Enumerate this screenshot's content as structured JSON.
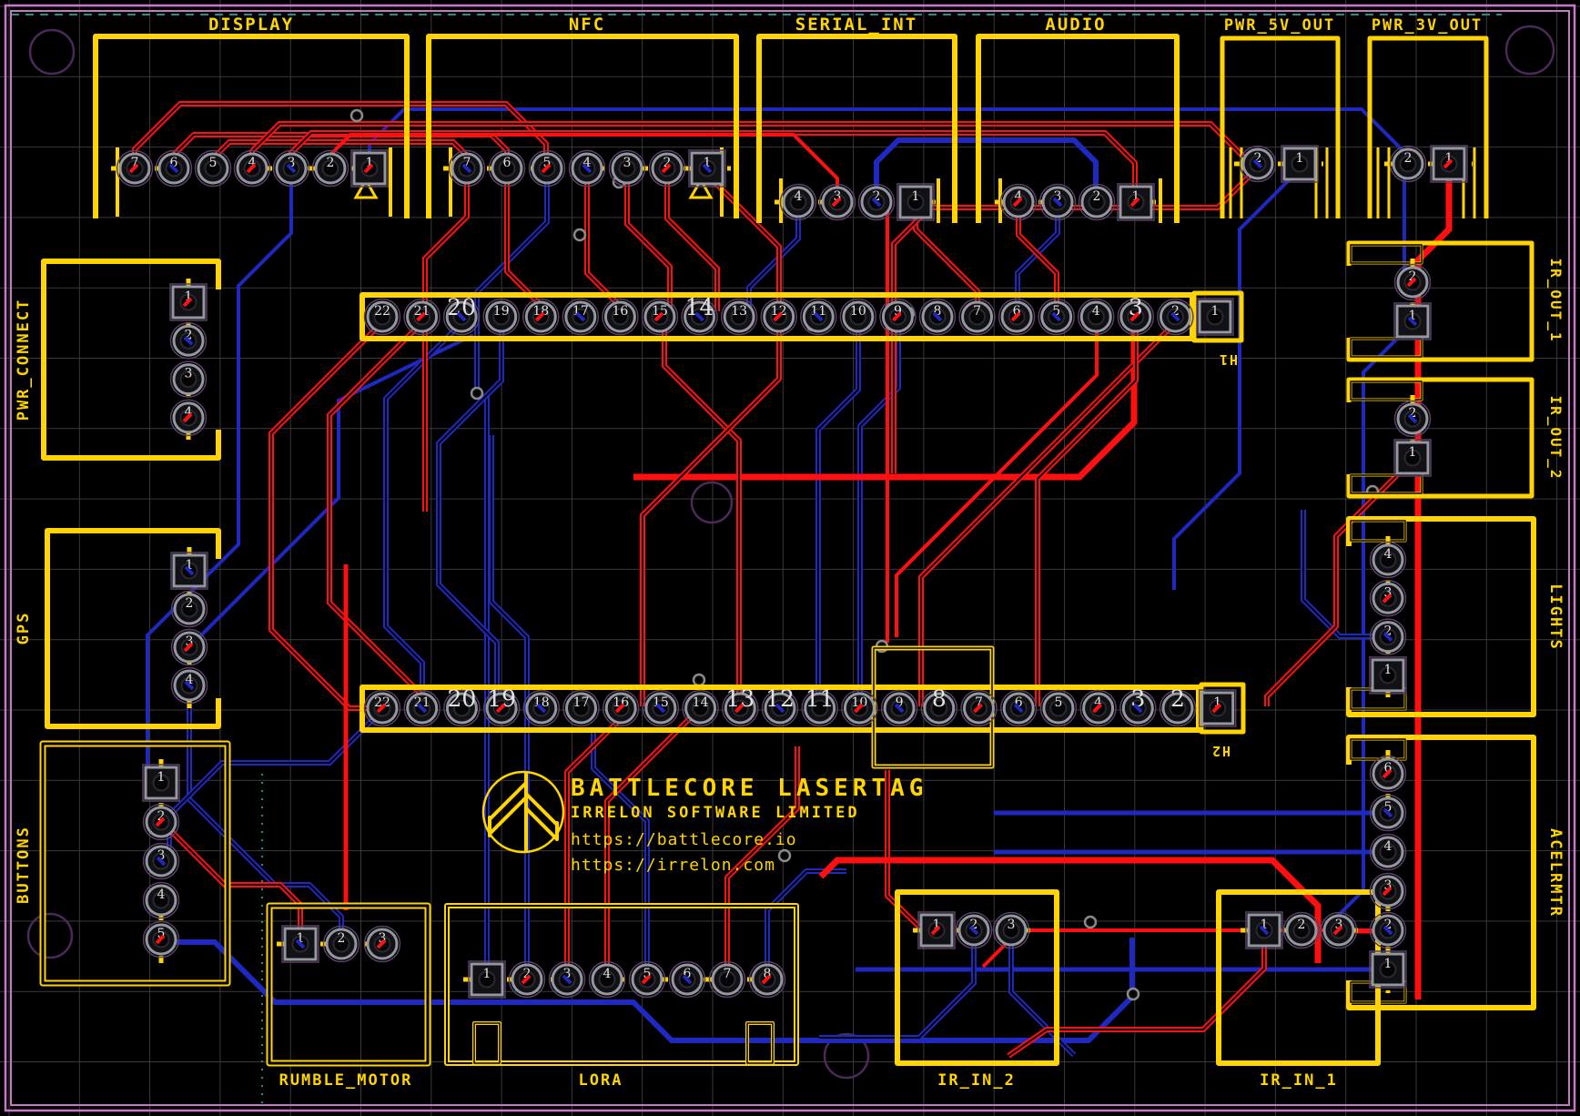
{
  "view": "pcb-layout",
  "title_block": {
    "title": "BATTLECORE LASERTAG",
    "company": "IRRELON SOFTWARE LIMITED",
    "url_battlecore": "https://battlecore.io",
    "url_irrelon": "https://irrelon.com"
  },
  "colors": {
    "background": "#000000",
    "silkscreen": "#ffd400",
    "copper_front": "#ff1010",
    "copper_back": "#1f28bf",
    "board_edge": "#c678c6",
    "grid": "#3a3a3a",
    "aux_guide": "#2e8b8b",
    "pad_ring": "#93989e",
    "pad_number": "#e2e2e2"
  },
  "connectors": {
    "display": {
      "label": "DISPLAY",
      "pins": [
        "7",
        "6",
        "5",
        "4",
        "3",
        "2",
        "1"
      ]
    },
    "nfc": {
      "label": "NFC",
      "pins": [
        "7",
        "6",
        "5",
        "4",
        "3",
        "2",
        "1"
      ]
    },
    "serial_int": {
      "label": "SERIAL_INT",
      "pins": [
        "4",
        "3",
        "2",
        "1"
      ]
    },
    "audio": {
      "label": "AUDIO",
      "pins": [
        "4",
        "3",
        "2",
        "1"
      ]
    },
    "pwr_5v_out": {
      "label": "PWR_5V_OUT",
      "pins": [
        "2",
        "1"
      ]
    },
    "pwr_3v_out": {
      "label": "PWR_3V_OUT",
      "pins": [
        "2",
        "1"
      ]
    },
    "pwr_connect": {
      "label": "PWR_CONNECT",
      "pins": [
        "1",
        "2",
        "3",
        "4"
      ]
    },
    "gps": {
      "label": "GPS",
      "pins": [
        "1",
        "2",
        "3",
        "4"
      ]
    },
    "buttons": {
      "label": "BUTTONS",
      "pins": [
        "1",
        "2",
        "3",
        "4",
        "5"
      ]
    },
    "ir_out_1": {
      "label": "IR_OUT_1",
      "pins": [
        "2",
        "1"
      ]
    },
    "ir_out_2": {
      "label": "IR_OUT_2",
      "pins": [
        "2",
        "1"
      ]
    },
    "lights": {
      "label": "LIGHTS",
      "pins": [
        "4",
        "3",
        "2",
        "1"
      ]
    },
    "acelrmtr": {
      "label": "ACELRMTR",
      "pins": [
        "6",
        "5",
        "4",
        "3",
        "2",
        "1"
      ]
    },
    "rumble_motor": {
      "label": "RUMBLE_MOTOR",
      "pins": [
        "1",
        "2",
        "3"
      ]
    },
    "lora": {
      "label": "LORA",
      "pins": [
        "1",
        "2",
        "3",
        "4",
        "5",
        "6",
        "7",
        "8"
      ]
    },
    "ir_in_2": {
      "label": "IR_IN_2",
      "pins": [
        "1",
        "2",
        "3"
      ]
    },
    "ir_in_1": {
      "label": "IR_IN_1",
      "pins": [
        "1",
        "2",
        "3"
      ]
    },
    "h1": {
      "label": "H1",
      "pins": [
        "22",
        "21",
        "20",
        "19",
        "18",
        "17",
        "16",
        "15",
        "14",
        "13",
        "12",
        "11",
        "10",
        "9",
        "8",
        "7",
        "6",
        "5",
        "4",
        "3",
        "2",
        "1"
      ],
      "big_pins": [
        "20",
        "14",
        "3"
      ]
    },
    "h2": {
      "label": "H2",
      "pins": [
        "22",
        "21",
        "20",
        "19",
        "18",
        "17",
        "16",
        "15",
        "14",
        "13",
        "12",
        "11",
        "10",
        "9",
        "8",
        "7",
        "6",
        "5",
        "4",
        "3",
        "2",
        "1"
      ],
      "big_pins": [
        "20",
        "19",
        "13",
        "12",
        "11",
        "8",
        "3",
        "2"
      ]
    }
  }
}
